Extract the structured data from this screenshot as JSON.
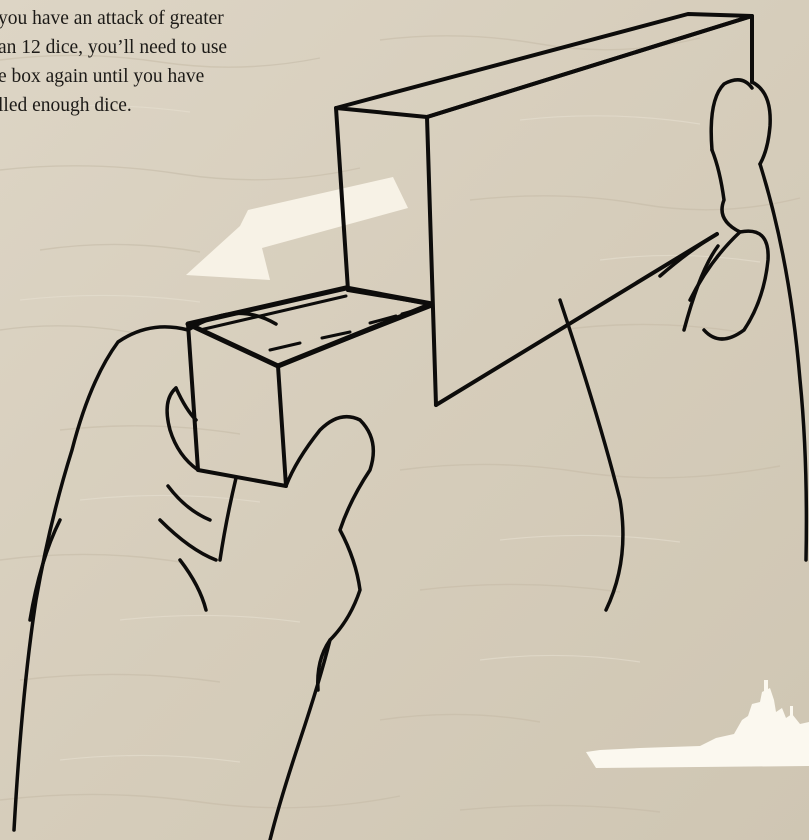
{
  "instruction": {
    "lines": [
      "you have an attack of greater",
      "an 12 dice, you’ll need to use",
      "e box again until you have",
      "lled enough dice."
    ]
  },
  "colors": {
    "paper": "#d8cfbe",
    "ink": "#0d0c0b",
    "arrow": "#f7f2e6",
    "ship": "#fbf8ef"
  },
  "icons": {
    "arrow": "arrow-left-icon",
    "ship": "battleship-icon"
  }
}
